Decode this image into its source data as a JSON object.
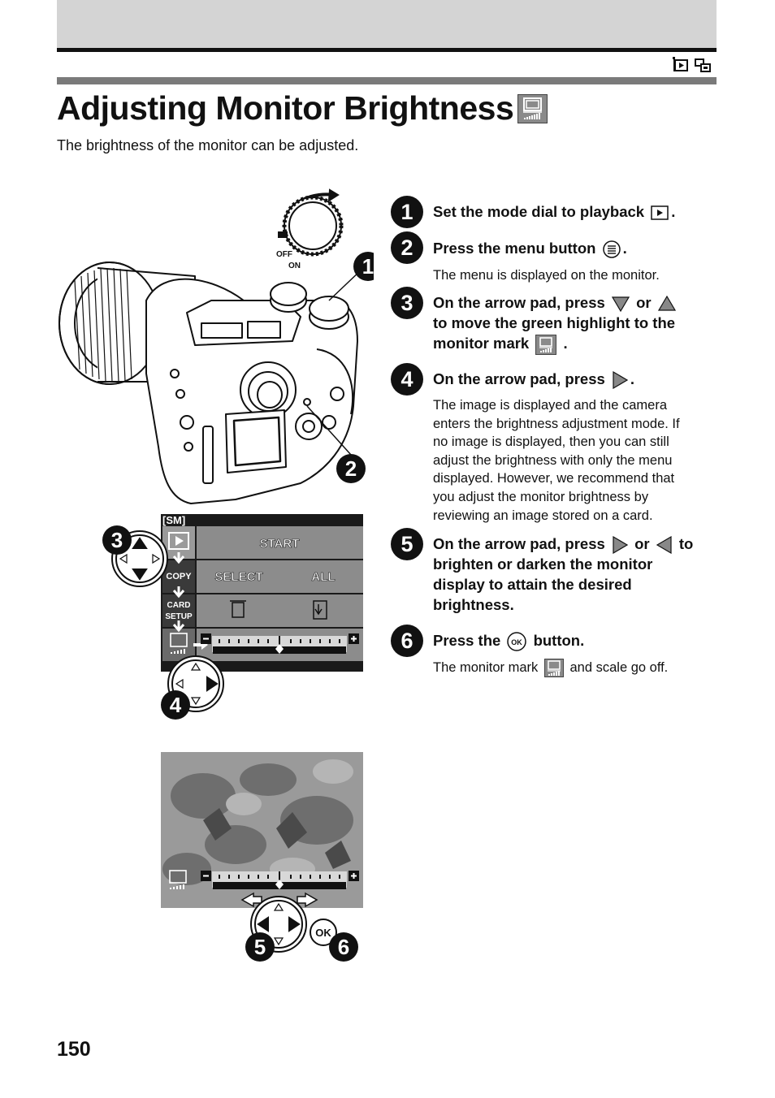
{
  "page": {
    "title": "Adjusting Monitor Brightness",
    "intro": "The brightness of the monitor can be adjusted.",
    "page_number": "150"
  },
  "icons": {
    "header_mode_icons": [
      "playback-icon",
      "setup-icon"
    ],
    "title_icon": "monitor-brightness-icon"
  },
  "illustration": {
    "dial_labels": {
      "off": "OFF",
      "on": "ON"
    },
    "callouts": [
      "1",
      "2",
      "3",
      "4",
      "5",
      "6"
    ],
    "menu": {
      "tab_label": "[SM]",
      "row1_button": "START",
      "row2_left": "SELECT",
      "row2_right": "ALL",
      "side_labels": [
        "COPY",
        "CARD",
        "SETUP"
      ]
    },
    "ok_label": "OK"
  },
  "steps": [
    {
      "number": "1",
      "heading_before": "Set the mode dial to playback",
      "heading_after": "."
    },
    {
      "number": "2",
      "heading_before": "Press the menu button",
      "heading_after": ".",
      "body": "The menu is displayed on the monitor."
    },
    {
      "number": "3",
      "heading_part1": "On the arrow pad, press",
      "heading_or": "or",
      "heading_part2": "to move the green highlight to the",
      "heading_part3": "monitor mark",
      "heading_after": "."
    },
    {
      "number": "4",
      "heading_before": "On the arrow pad, press",
      "heading_after": ".",
      "body_lines": [
        "The image is displayed and the camera",
        "enters the brightness adjustment mode. If",
        "no image is displayed, then you can still",
        "adjust the brightness with only the menu",
        "displayed. However, we recommend that",
        "you adjust the monitor brightness by",
        "reviewing an image stored on a card."
      ]
    },
    {
      "number": "5",
      "heading_part1": "On the arrow pad, press",
      "heading_or": "or",
      "heading_to": "to",
      "heading_lines": [
        "brighten or darken the monitor",
        "display to attain the desired",
        "brightness."
      ]
    },
    {
      "number": "6",
      "heading_before": "Press the",
      "heading_after": "button.",
      "ok_label": "OK",
      "body_before": "The monitor mark",
      "body_after": "and scale go off."
    }
  ]
}
